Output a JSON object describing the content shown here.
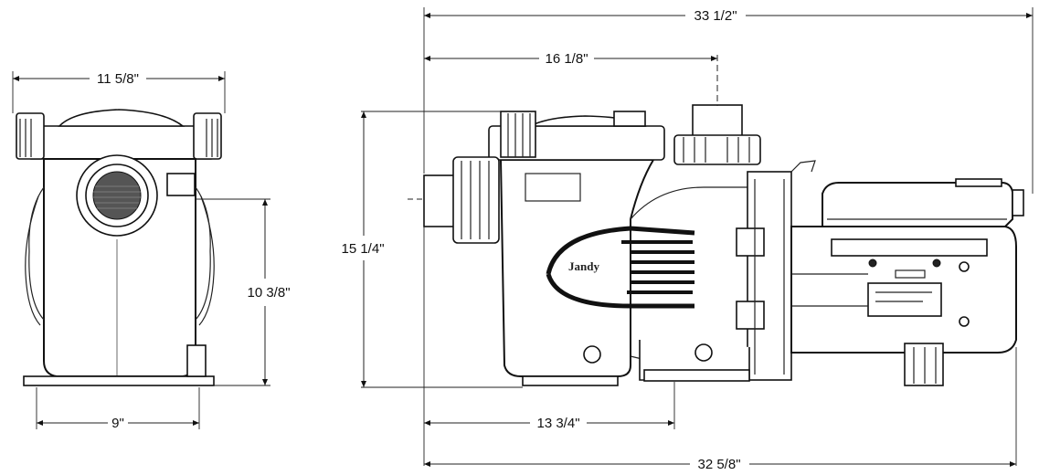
{
  "dimensions": {
    "front_width_top": "11 5/8\"",
    "front_base_width": "9\"",
    "front_inlet_height": "10 3/8\"",
    "side_total_height": "15 1/4\"",
    "side_top_overall": "33 1/2\"",
    "side_discharge_offset": "16 1/8\"",
    "side_mount_offset": "13 3/4\"",
    "side_bottom_overall": "32 5/8\""
  },
  "logo": {
    "text": "Jandy"
  },
  "colors": {
    "line": "#111111",
    "background": "#ffffff"
  }
}
